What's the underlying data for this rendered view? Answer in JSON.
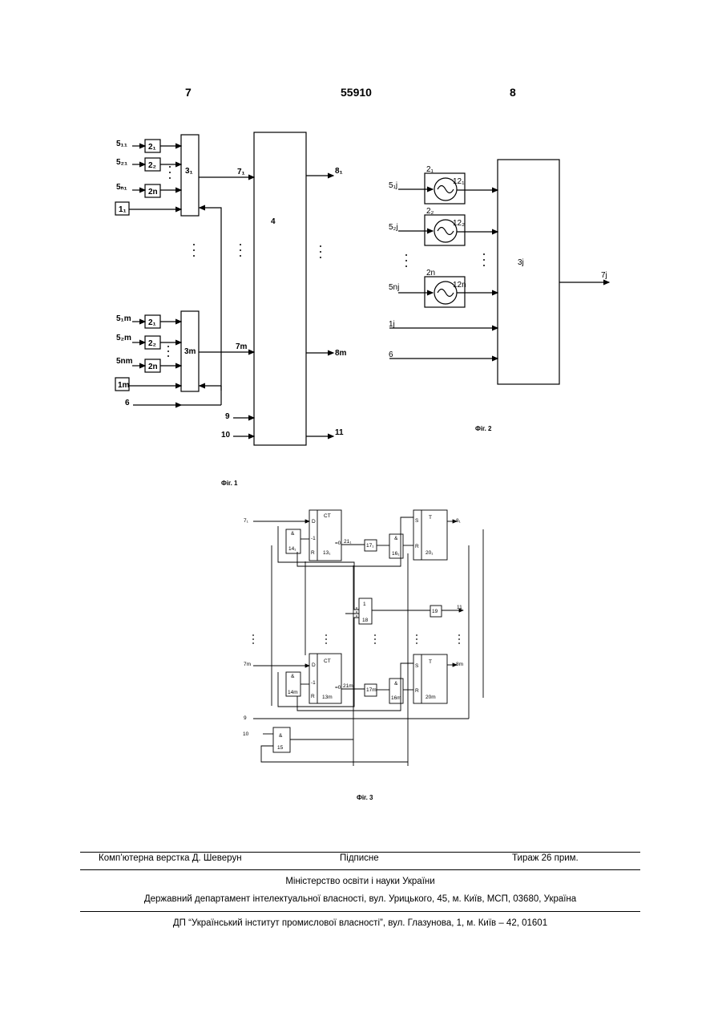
{
  "header": {
    "page_left": "7",
    "patent_number": "55910",
    "page_right": "8"
  },
  "fig1": {
    "caption": "Фіг. 1",
    "inputs_top": [
      "5₁₁",
      "5₂₁",
      "5ₙ₁"
    ],
    "inputs_bottom": [
      "5₁m",
      "5₂m",
      "5nm"
    ],
    "blocks2_top": [
      "2₁",
      "2₂",
      "2n"
    ],
    "blocks2_bottom": [
      "2₁",
      "2₂",
      "2n"
    ],
    "block1_top": "1₁",
    "block1_bottom": "1m",
    "block3_top": "3₁",
    "block3_bottom": "3m",
    "block4": "4",
    "out7_top": "7₁",
    "out7_bottom": "7m",
    "out8_top": "8₁",
    "out8_bottom": "8m",
    "in6": "6",
    "in9": "9",
    "in10": "10",
    "out11": "11"
  },
  "fig2": {
    "caption": "Фіг. 2",
    "inputs": [
      "5₁j",
      "5₂j",
      "5nj"
    ],
    "blocks2": [
      "2₁",
      "2₂",
      "2n"
    ],
    "blocks12": [
      "12₁",
      "12₂",
      "12n"
    ],
    "in1": "1j",
    "in6": "6",
    "block3": "3j",
    "out7": "7j"
  },
  "fig3": {
    "caption": "Фіг. 3",
    "in7_top": "7₁",
    "in7_bottom": "7m",
    "in9": "9",
    "in10": "10",
    "ct_label": "CT",
    "d": "D",
    "minus1": "-1",
    "r": "R",
    "eq0": "=0",
    "and": "&",
    "or": "1",
    "t": "T",
    "s": "S",
    "ct_top": "13₁",
    "ct_bottom": "13m",
    "and14_top": "14₁",
    "and14_bottom": "14m",
    "out21_top": "21₁",
    "out21_bottom": "21m",
    "b17_top": "17₁",
    "b17_bottom": "17m",
    "and16_top": "16₁",
    "and16_bottom": "16m",
    "or18": "18",
    "b19": "19",
    "out11": "11",
    "t20_top": "20₁",
    "t20_bottom": "20m",
    "out8_top": "8₁",
    "out8_bottom": "8m",
    "and15": "15"
  },
  "footer": {
    "typesetting": "Комп’ютерна верстка Д. Шеверун",
    "signed": "Підписне",
    "circulation": "Тираж 26 прим.",
    "ministry": "Міністерство освіти і науки України",
    "department": "Державний департамент інтелектуальної власності, вул. Урицького, 45, м. Київ, МСП, 03680, Україна",
    "institute": "ДП “Український інститут промислової власності”, вул. Глазунова, 1, м. Київ – 42, 01601"
  }
}
